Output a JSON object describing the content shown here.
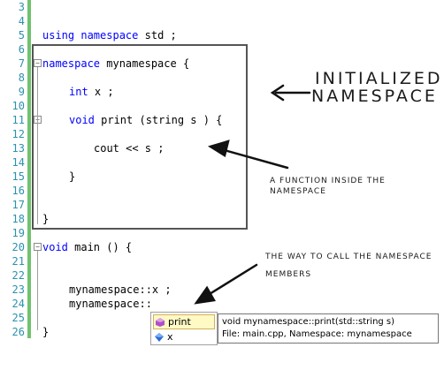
{
  "editor": {
    "line_numbers": [
      "3",
      "4",
      "5",
      "6",
      "7",
      "8",
      "9",
      "10",
      "11",
      "12",
      "13",
      "14",
      "15",
      "16",
      "17",
      "18",
      "19",
      "20",
      "21",
      "22",
      "23",
      "24",
      "25",
      "26"
    ],
    "lines": {
      "l5_kw1": "using",
      "l5_kw2": "namespace",
      "l5_rest": " std ;",
      "l7_kw": "namespace",
      "l7_rest": " mynamespace {",
      "l9_kw": "int",
      "l9_rest": " x ;",
      "l11_kw": "void",
      "l11_rest": " print (string s ) {",
      "l13": "cout << s ;",
      "l15": "}",
      "l19": "}",
      "l20_kw": "void",
      "l20_rest": " main () {",
      "l23": "mynamespace::x ;",
      "l24": "mynamespace::",
      "l26": "}"
    },
    "fold_toggle_symbol": "−"
  },
  "annotations": {
    "initialized_line1": "INITIALIZED",
    "initialized_line2": "NAMESPACE",
    "function_inside": "A FUNCTION INSIDE THE NAMESPACE",
    "call_line1": "THE WAY TO CALL THE NAMESPACE",
    "call_line2": "MEMBERS"
  },
  "intellisense": {
    "items": [
      {
        "label": "print",
        "icon": "method-icon",
        "selected": true
      },
      {
        "label": "x",
        "icon": "field-icon",
        "selected": false
      }
    ],
    "tooltip_line1": "void mynamespace::print(std::string s)",
    "tooltip_line2": "File: main.cpp, Namespace: mynamespace"
  },
  "colors": {
    "keyword": "#0000ff",
    "line_number": "#2b91af",
    "change_bar": "#70c26e",
    "method_icon": "#b04fc9",
    "field_icon": "#2a6ad6"
  }
}
